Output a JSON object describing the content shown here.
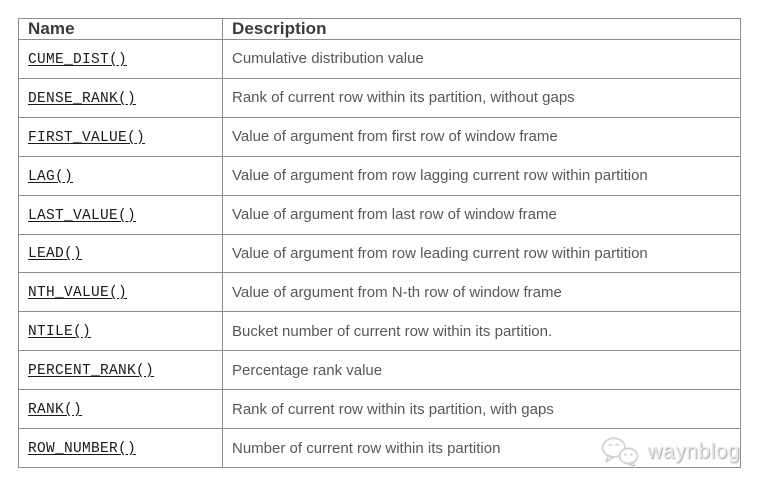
{
  "table": {
    "headers": [
      {
        "label": "Name"
      },
      {
        "label": "Description"
      }
    ],
    "rows": [
      {
        "name": "CUME_DIST()",
        "description": "Cumulative distribution value"
      },
      {
        "name": "DENSE_RANK()",
        "description": "Rank of current row within its partition, without gaps"
      },
      {
        "name": "FIRST_VALUE()",
        "description": "Value of argument from first row of window frame"
      },
      {
        "name": "LAG()",
        "description": "Value of argument from row lagging current row within partition"
      },
      {
        "name": "LAST_VALUE()",
        "description": "Value of argument from last row of window frame"
      },
      {
        "name": "LEAD()",
        "description": "Value of argument from row leading current row within partition"
      },
      {
        "name": "NTH_VALUE()",
        "description": "Value of argument from N-th row of window frame"
      },
      {
        "name": "NTILE()",
        "description": "Bucket number of current row within its partition."
      },
      {
        "name": "PERCENT_RANK()",
        "description": "Percentage rank value"
      },
      {
        "name": "RANK()",
        "description": "Rank of current row within its partition, with gaps"
      },
      {
        "name": "ROW_NUMBER()",
        "description": "Number of current row within its partition"
      }
    ]
  },
  "watermark": {
    "label": "waynblog",
    "icon": "wechat-icon"
  },
  "colors": {
    "border": "#8e8e8e",
    "header_text": "#3b3b3d",
    "description_text": "#55585c",
    "link_text": "#1b1b1b",
    "watermark": "#d6d6d6",
    "background": "#ffffff"
  }
}
